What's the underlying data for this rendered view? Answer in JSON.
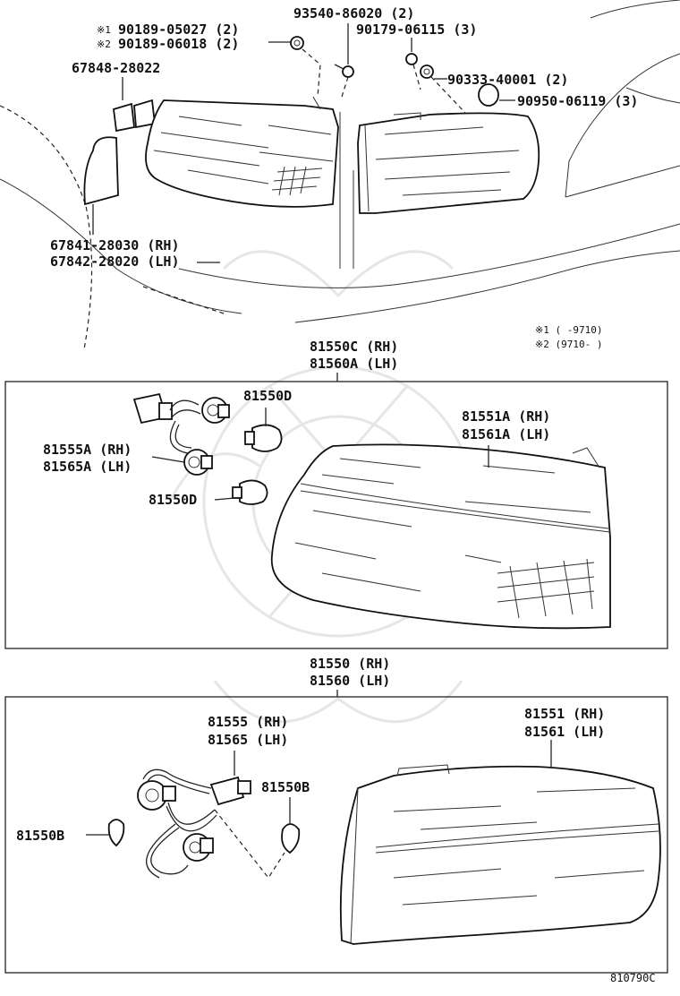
{
  "labels": {
    "mark1": "※1",
    "mark2": "※2",
    "bolt_05027": "90189-05027 (2)",
    "bolt_06018": "90189-06018 (2)",
    "screw_86020": "93540-86020 (2)",
    "nut_06115": "90179-06115 (3)",
    "nut_40001": "90333-40001 (2)",
    "plug_06119": "90950-06119 (3)",
    "pad_28022": "67848-28022",
    "pad_rh": "67841-28030 (RH)",
    "pad_lh": "67842-28020 (LH)",
    "note1": "※1 (      -9710)",
    "note2": "※2 (9710-      )",
    "assy_c_rh": "81550C (RH)",
    "assy_a_lh": "81560A (LH)",
    "bulb_d_top": "81550D",
    "lens_a_rh": "81551A (RH)",
    "lens_a_lh": "81561A (LH)",
    "socket_a_rh": "81555A (RH)",
    "socket_a_lh": "81565A (LH)",
    "bulb_d_bottom": "81550D",
    "assy_rh": "81550 (RH)",
    "assy_lh": "81560 (LH)",
    "socket_rh": "81555 (RH)",
    "socket_lh": "81565 (LH)",
    "lens_rh": "81551 (RH)",
    "lens_lh": "81561 (LH)",
    "bulb_b_right": "81550B",
    "bulb_b_left": "81550B",
    "diagram_id": "810790C"
  }
}
